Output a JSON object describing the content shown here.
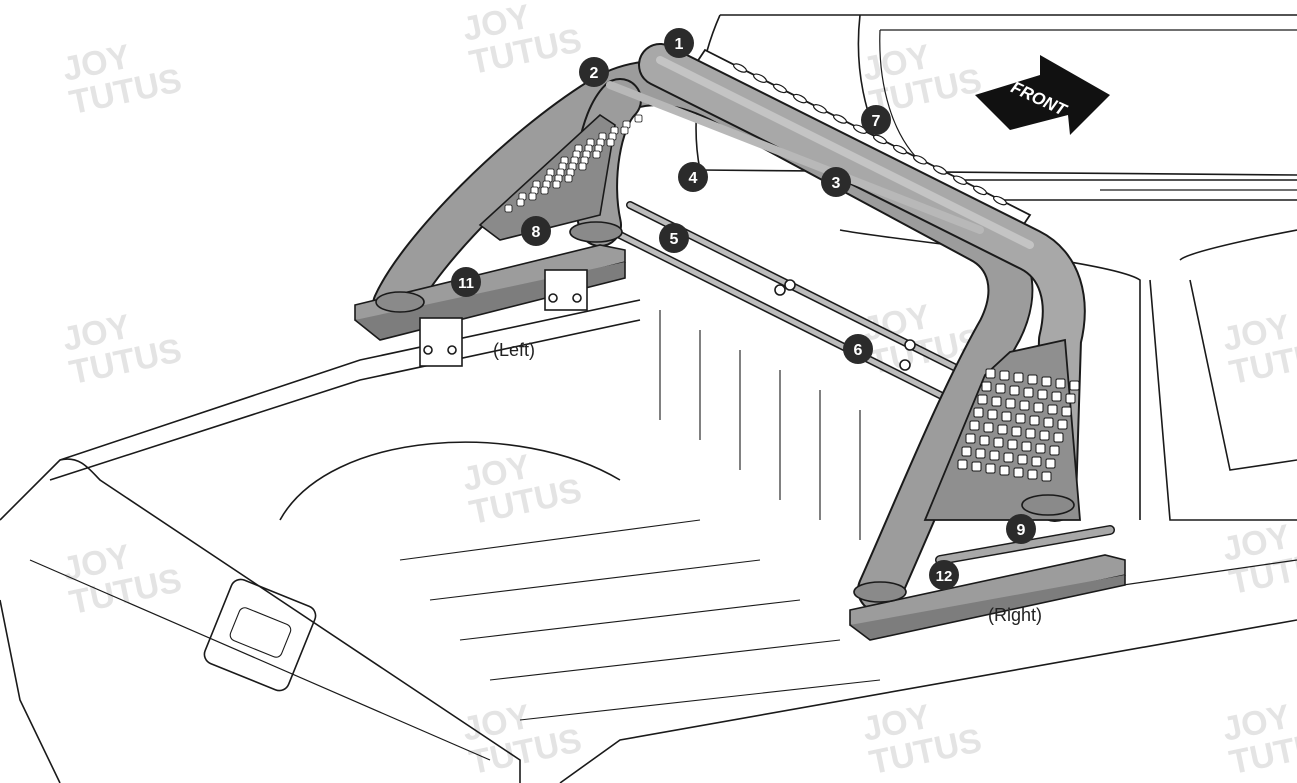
{
  "front_label": "FRONT",
  "side_labels": {
    "left": "(Left)",
    "right": "(Right)"
  },
  "watermark": {
    "line1": "JOY",
    "line2": "TUTUS"
  },
  "callouts": [
    "1",
    "2",
    "3",
    "4",
    "5",
    "6",
    "7",
    "8",
    "9",
    "11",
    "12"
  ],
  "colors": {
    "tube": "#9c9c9c",
    "tube_dark": "#7d7d7d",
    "line": "#1a1a1a",
    "callout": "#2b2b2b",
    "arrow": "#111111"
  }
}
